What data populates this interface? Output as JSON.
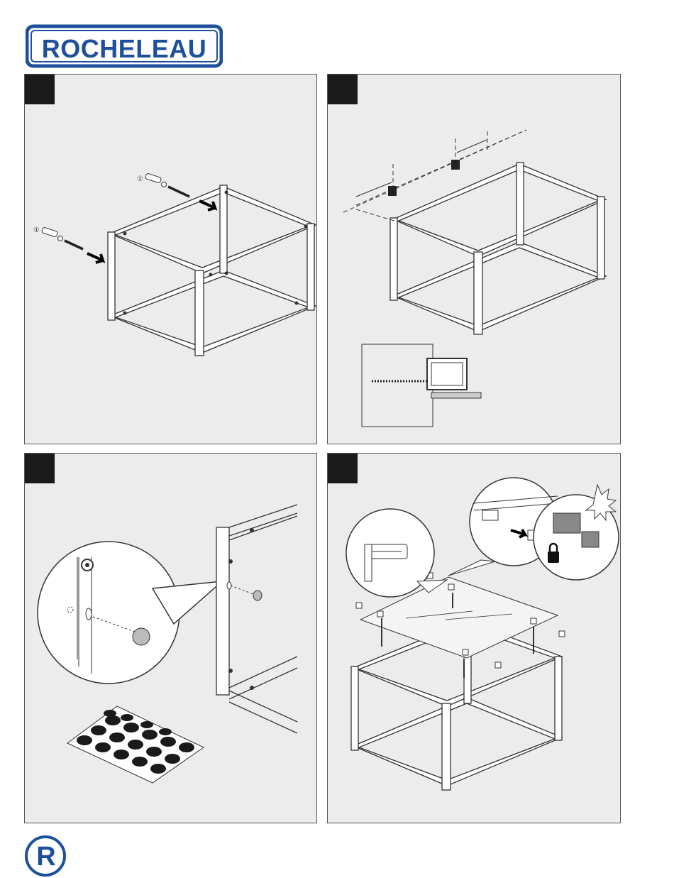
{
  "brand": {
    "name": "ROCHELEAU",
    "mark": "R",
    "color": "#1d4f9c"
  },
  "panels": [
    {
      "step_label": "",
      "callout_1": "①",
      "callout_2": "①"
    },
    {
      "step_label": ""
    },
    {
      "step_label": ""
    },
    {
      "step_label": ""
    }
  ],
  "colors": {
    "panel_bg": "#ececec",
    "ink": "#1a1a1a",
    "brand": "#1d4f9c"
  }
}
